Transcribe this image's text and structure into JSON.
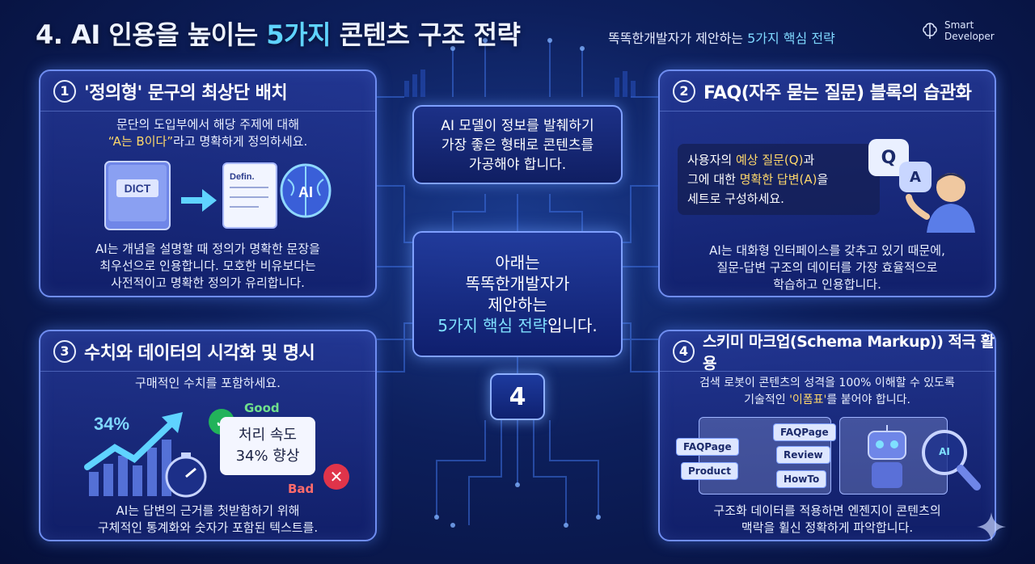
{
  "header": {
    "title_prefix": "4. AI 인용을 높이는 ",
    "title_highlight": "5가지",
    "title_suffix": " 콘텐츠 구조 전략",
    "subtitle_prefix": "똑똑한개발자가 제안하는 ",
    "subtitle_highlight": "5가지 핵심 전략",
    "brand_line1": "Smart",
    "brand_line2": "Developer"
  },
  "center": {
    "top_callout": [
      "AI 모델이 정보를 발췌하기",
      "가장 좋은 형태로 콘텐츠를",
      "가공해야 합니다."
    ],
    "box_line1": "아래는",
    "box_line2": "똑똑한개발자가",
    "box_line3": "제안하는",
    "box_line4_hl": "5가지 핵심 전략",
    "box_line4_rest": "입니다.",
    "chip": "4"
  },
  "card1": {
    "num": "1",
    "title": "'정의형' 문구의 최상단 배치",
    "desc_line1": "문단의 도입부에서 해당 주제에 대해",
    "desc_line2_hl": "“A는 B이다”",
    "desc_line2_rest": "라고 명확하게 정의하세요.",
    "book_label": "DICT",
    "paper_label": "Defin.",
    "brain_label": "AI",
    "foot": [
      "AI는 개념을 설명할 때 정의가 명확한 문장을",
      "최우선으로 인용합니다. 모호한 비유보다는",
      "사전적이고 명확한 정의가 유리합니다."
    ]
  },
  "card2": {
    "num": "2",
    "title": "FAQ(자주 묻는 질문) 블록의 습관화",
    "desc_line1_a": "사용자의 ",
    "desc_line1_hl": "예상 질문(Q)",
    "desc_line1_b": "과",
    "desc_line2_a": "그에 대한 ",
    "desc_line2_hl": "명확한 답변(A)",
    "desc_line2_b": "을",
    "desc_line3": "세트로 구성하세요.",
    "bubble_q": "Q",
    "bubble_a": "A",
    "foot": [
      "AI는 대화형 인터페이스를 갖추고 있기 때문에,",
      "질문-답변 구조의 데이터를 가장 효율적으로",
      "학습하고 인용합니다."
    ]
  },
  "card3": {
    "num": "3",
    "title": "수치와 데이터의 시각화 및 명시",
    "desc": "구매적인 수치를 포함하세요.",
    "percent": "34%",
    "good": "Good",
    "bad": "Bad",
    "box_line1": "처리 속도",
    "box_line2": "34% 향상",
    "foot": [
      "AI는 답변의 근거를 첫받함하기 위해",
      "구체적인 통계화와 숫자가 포함된 텍스트를."
    ]
  },
  "card4": {
    "num": "4",
    "title": "스키미 마크업(Schema Markup)) 적극 활용",
    "desc_line1": "검색 로봇이 콘텐츠의 성격을 100% 이해할 수 있도록",
    "desc_line2_a": "기술적인 ",
    "desc_line2_hl": "'이폼표'",
    "desc_line2_b": "를 붙어야 합니다.",
    "tags_left": [
      "FAQPage",
      "Product"
    ],
    "tags_right": [
      "FAQPage",
      "Review",
      "HowTo"
    ],
    "lens_label": "AI",
    "foot": [
      "구조화 데이터를 적용하면 엔젠지이 콘텐츠의",
      "맥락을 휠신 정확하게 파악합니다."
    ]
  },
  "colors": {
    "accent": "#5fd3ff",
    "highlight": "#ffd86b",
    "good": "#22b35a",
    "bad": "#e0344a",
    "card_border": "#6f8df0"
  }
}
